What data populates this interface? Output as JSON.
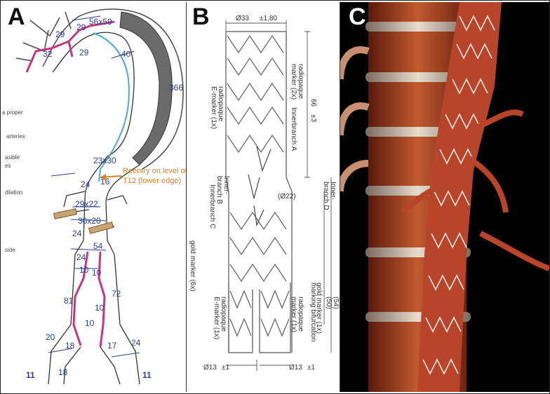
{
  "panels": {
    "a": {
      "label": "A",
      "measurements": [
        "56x59",
        "29",
        "29",
        "32",
        "29",
        "40",
        "366",
        "23x30",
        "24",
        "16",
        "29x22",
        "30x20",
        "24",
        "54",
        "24",
        "10",
        "10",
        "72",
        "81",
        "10",
        "10",
        "20",
        "18",
        "17",
        "24",
        "18",
        "11",
        "11"
      ],
      "annotation_line1": "Reentry on level of",
      "annotation_line2": "T12 (lower edge)",
      "cut_text": [
        "a proper",
        "arteries",
        "asible",
        "es",
        "dilation",
        "side"
      ]
    },
    "b": {
      "label": "B",
      "top_diameter": "Ø33",
      "top_tol": "±1,80",
      "bottom_left": "Ø13",
      "bottom_right": "Ø13",
      "bottom_tol": "±1",
      "length_66": "66",
      "length_66_tol": "±3",
      "center_diameter": "(Ø22)",
      "length_50": "(50)",
      "length_54": "(54)",
      "labels": [
        "radiopaque",
        "marker (2x)",
        "radiopaque",
        "E-marker (1x)",
        "Innerbranch A",
        "Inner-",
        "branch B",
        "Inner-",
        "branch D",
        "Innerbranch C",
        "gold marker (6x)",
        "radiopaque",
        "E-marker (1x)",
        "radiopaque",
        "marker (1x)",
        "gold marker (1x)",
        "marking bifurcation"
      ]
    },
    "c": {
      "label": "C"
    }
  },
  "colors": {
    "measure_blue": "#2b3e8c",
    "vessel_cyan": "#4aa8d6",
    "stent_magenta": "#c8367e",
    "dissection_gray": "#707070",
    "annotation_orange": "#d4822a"
  }
}
